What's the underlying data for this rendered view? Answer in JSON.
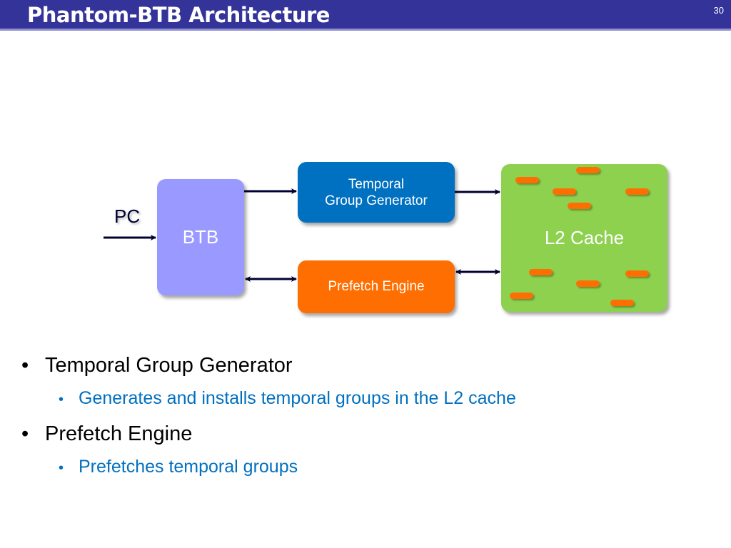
{
  "slide": {
    "title": "Phantom-BTB Architecture",
    "page_number": "30"
  },
  "diagram": {
    "input_label": "PC",
    "nodes": {
      "btb": "BTB",
      "tgg_line1": "Temporal",
      "tgg_line2": "Group Generator",
      "prefetch": "Prefetch Engine",
      "l2": "L2 Cache"
    },
    "edges": [
      {
        "from": "PC",
        "to": "BTB",
        "direction": "forward"
      },
      {
        "from": "BTB",
        "to": "Temporal Group Generator",
        "direction": "forward"
      },
      {
        "from": "Temporal Group Generator",
        "to": "L2 Cache",
        "direction": "forward"
      },
      {
        "from": "BTB",
        "to": "Prefetch Engine",
        "direction": "bidirectional"
      },
      {
        "from": "Prefetch Engine",
        "to": "L2 Cache",
        "direction": "bidirectional"
      }
    ],
    "colors": {
      "btb": "#9999ff",
      "tgg": "#0070c0",
      "prefetch": "#ff6e00",
      "l2": "#8dd14f",
      "arrow": "#000033"
    }
  },
  "bullets": [
    {
      "text": "Temporal Group Generator",
      "sub": "Generates and installs temporal groups in the L2 cache"
    },
    {
      "text": "Prefetch Engine",
      "sub": "Prefetches temporal groups"
    }
  ],
  "bullet_glyph": "•"
}
